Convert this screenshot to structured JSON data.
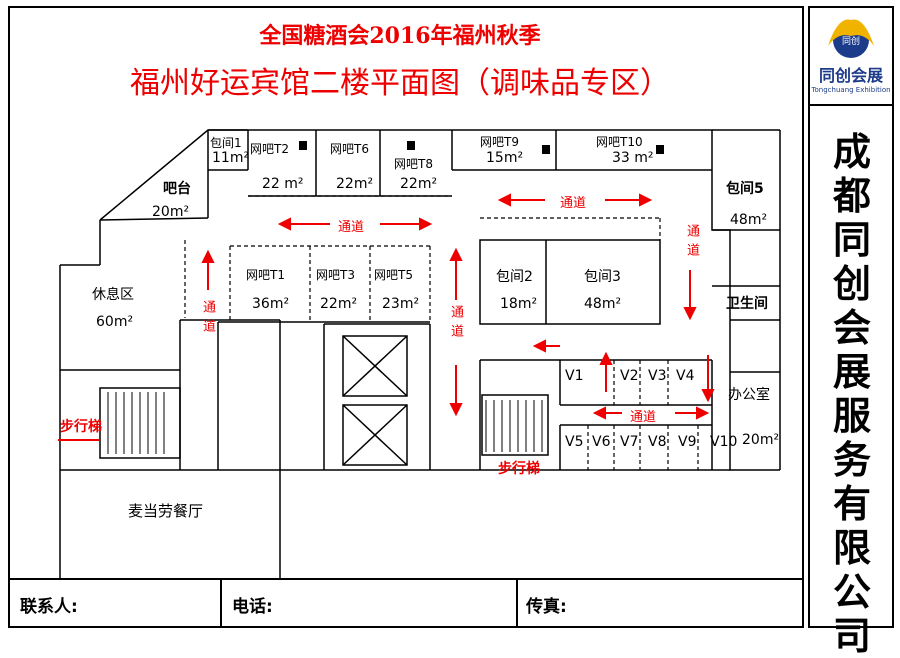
{
  "header": {
    "title": "全国糖酒会2016年福州秋季",
    "subtitle": "福州好运宾馆二楼平面图（调味品专区）"
  },
  "logo": {
    "name": "同创会展",
    "english": "Tongchuang Exhibition",
    "mark_text": "同创"
  },
  "sidebar": {
    "company": "成都同创会展服务有限公司"
  },
  "footer": {
    "contact_label": "联系人:",
    "phone_label": "电话:",
    "fax_label": "传真:"
  },
  "map": {
    "rooms": {
      "baojian1": "包间1",
      "baojian1_area": "11m²",
      "bar": "吧台",
      "bar_area": "20m²",
      "t2": "网吧T2",
      "t2_area": "22 m²",
      "t6": "网吧T6",
      "t6_area": "22m²",
      "t8": "网吧T8",
      "t8_area": "22m²",
      "t9": "网吧T9",
      "t9_area": "15m²",
      "t10": "网吧T10",
      "t10_area": "33 m²",
      "baojian5": "包间5",
      "baojian5_area": "48m²",
      "lounge": "休息区",
      "lounge_area": "60m²",
      "t1": "网吧T1",
      "t1_area": "36m²",
      "t3": "网吧T3",
      "t3_area": "22m²",
      "t5": "网吧T5",
      "t5_area": "23m²",
      "baojian2": "包间2",
      "baojian2_area": "18m²",
      "baojian3": "包间3",
      "baojian3_area": "48m²",
      "restroom": "卫生间",
      "office": "办公室",
      "office_area": "20m²",
      "mcdonalds": "麦当劳餐厅"
    },
    "booths": [
      "V1",
      "V2",
      "V3",
      "V4",
      "V5",
      "V6",
      "V7",
      "V8",
      "V9",
      "V10"
    ],
    "aisle_label": "通道",
    "stairs_label": "步行梯",
    "colors": {
      "accent": "#e00000",
      "line": "#000000"
    }
  }
}
